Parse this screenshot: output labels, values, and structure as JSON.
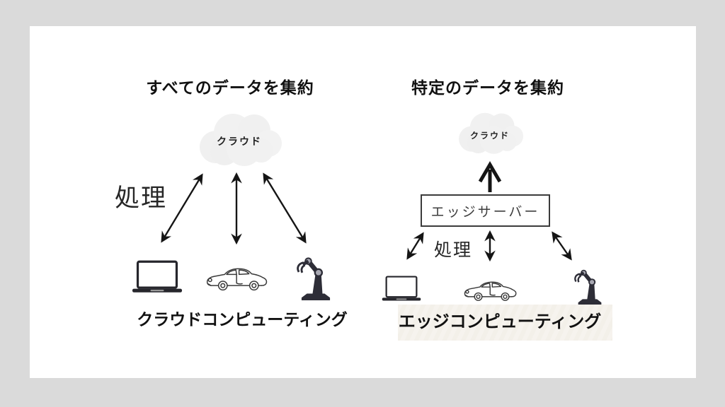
{
  "page": {
    "bg_color": "#dadada",
    "slide_color": "#ffffff",
    "ink_color": "#1a1a1a",
    "cloud_color": "#f1f1f1",
    "band_color": "#f5f2ec"
  },
  "left_panel": {
    "title": "すべてのデータを集約",
    "cloud_label": "クラウド",
    "processing_label": "処理",
    "caption": "クラウドコンピューティング",
    "device_icons": [
      "laptop",
      "car",
      "robot-arm"
    ]
  },
  "right_panel": {
    "title": "特定のデータを集約",
    "cloud_label": "クラウド",
    "server_label": "エッジサーバー",
    "processing_label": "処理",
    "caption": "エッジコンピューティング",
    "device_icons": [
      "laptop",
      "car",
      "robot-arm"
    ]
  }
}
